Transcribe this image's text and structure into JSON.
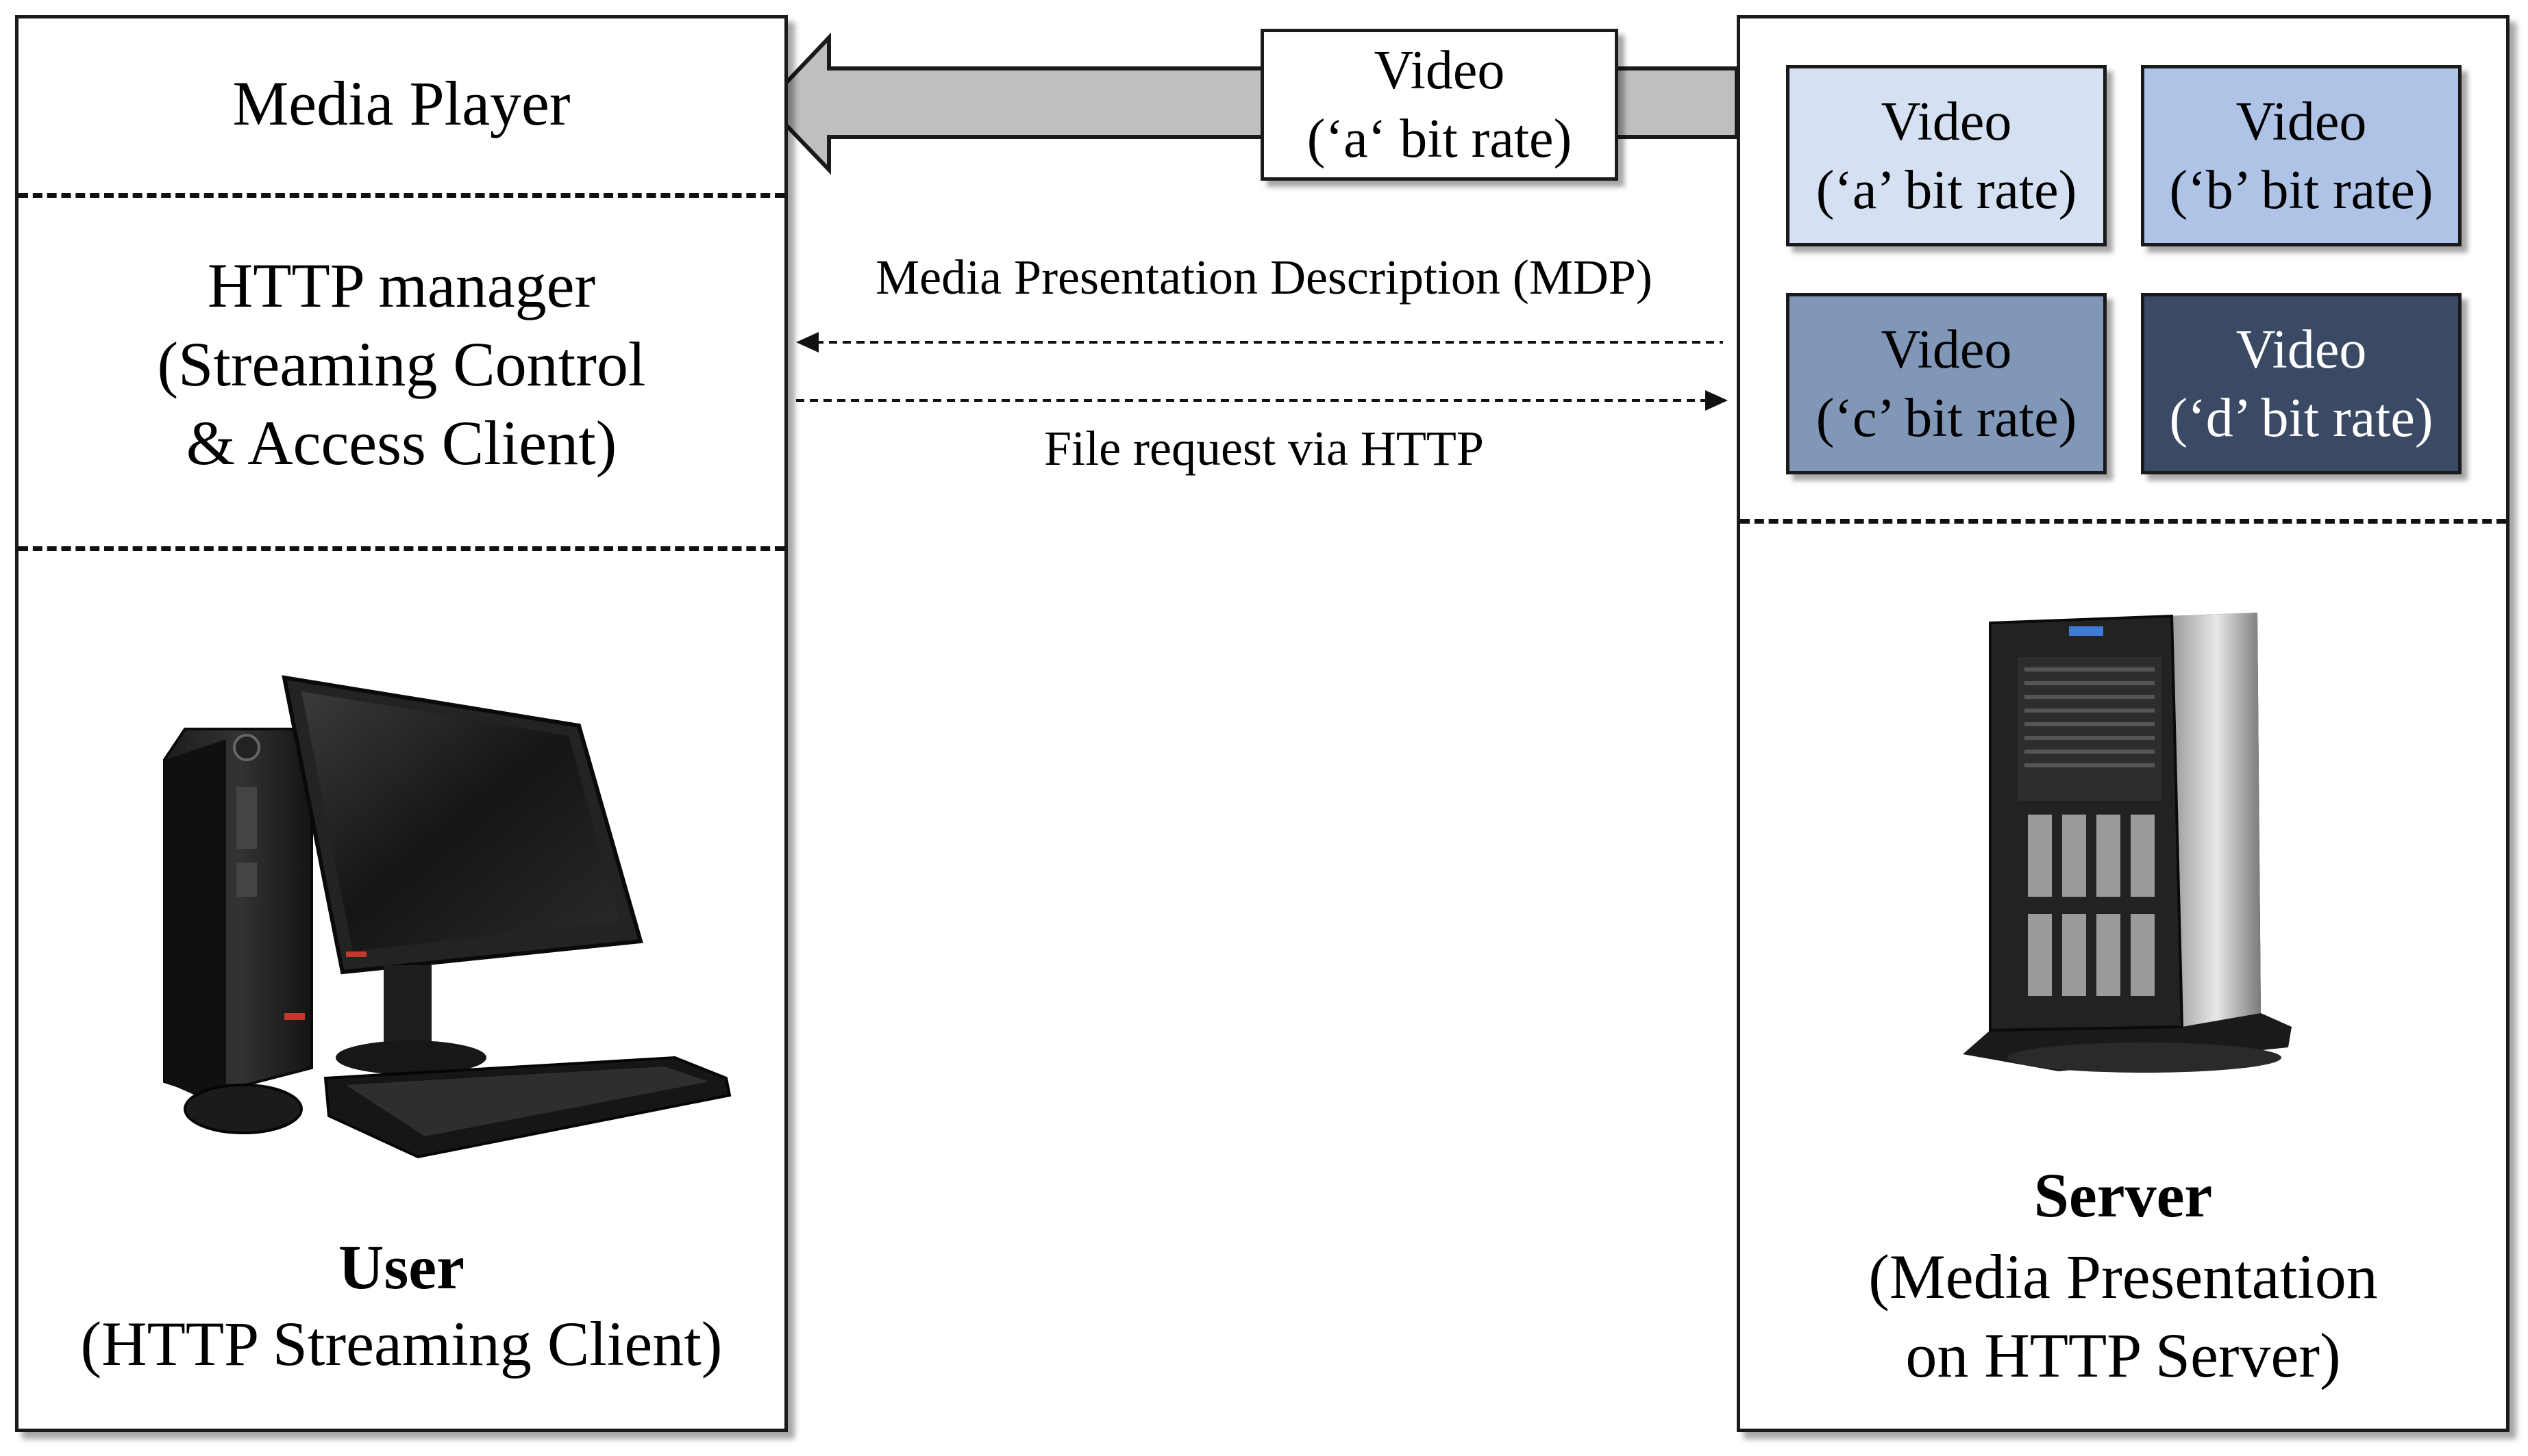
{
  "client": {
    "media_player": "Media Player",
    "http_manager_lines": [
      "HTTP manager",
      "(Streaming Control",
      "& Access Client)"
    ],
    "title": "User",
    "subtitle": "(HTTP Streaming Client)"
  },
  "server": {
    "title": "Server",
    "subtitle_lines": [
      "(Media Presentation",
      "on HTTP Server)"
    ],
    "videos": [
      {
        "label": "Video",
        "rate": "(‘a’ bit rate)",
        "bg": "#d5e0f3",
        "fg": "#000000"
      },
      {
        "label": "Video",
        "rate": "(‘b’ bit rate)",
        "bg": "#aec3e6",
        "fg": "#000000"
      },
      {
        "label": "Video",
        "rate": "(‘c’ bit rate)",
        "bg": "#8197b8",
        "fg": "#000000"
      },
      {
        "label": "Video",
        "rate": "(‘d’ bit rate)",
        "bg": "#3b4a64",
        "fg": "#ffffff"
      }
    ]
  },
  "stream": {
    "label": "Video",
    "rate": "(‘a‘ bit rate)"
  },
  "messages": {
    "mpd": "Media Presentation Description (MDP)",
    "file_request": "File request via HTTP"
  },
  "colors": {
    "arrow_fill": "#bfbfbf",
    "border": "#1a1a1a"
  }
}
